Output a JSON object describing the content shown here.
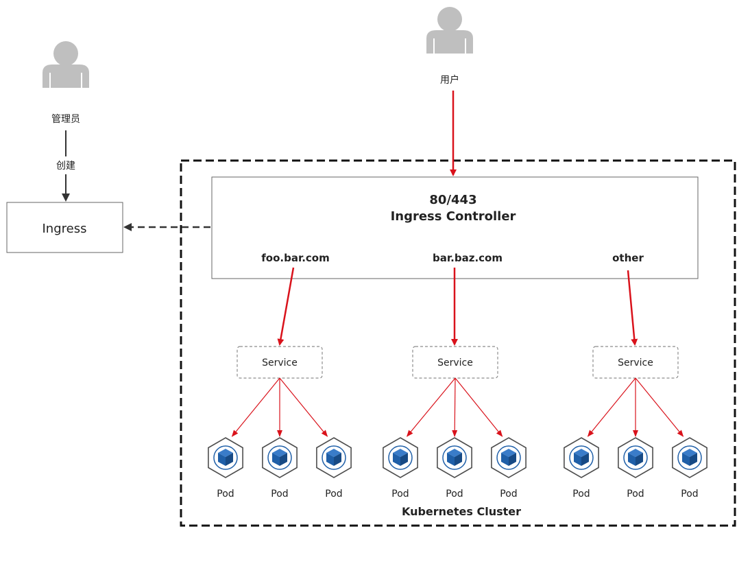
{
  "nodes": {
    "admin": {
      "label": "管理员"
    },
    "user": {
      "label": "用户"
    },
    "ingress": {
      "label": "Ingress"
    },
    "controller": {
      "port": "80/443",
      "title": "Ingress Controller"
    },
    "create_edge": {
      "label": "创建"
    },
    "cluster": {
      "label": "Kubernetes Cluster"
    }
  },
  "hosts": [
    {
      "host": "foo.bar.com",
      "service": "Service",
      "pods": [
        "Pod",
        "Pod",
        "Pod"
      ]
    },
    {
      "host": "bar.baz.com",
      "service": "Service",
      "pods": [
        "Pod",
        "Pod",
        "Pod"
      ]
    },
    {
      "host": "other",
      "service": "Service",
      "pods": [
        "Pod",
        "Pod",
        "Pod"
      ]
    }
  ],
  "colors": {
    "arrow_red": "#d9121b",
    "arrow_dark": "#333333",
    "person": "#bfbfbf",
    "cube_blue": "#1f5fa8",
    "hex_stroke": "#4d4d4d",
    "service_border": "#8c8c8c"
  },
  "icons": {
    "person": "person-icon",
    "pod": "pod-cube-icon"
  }
}
